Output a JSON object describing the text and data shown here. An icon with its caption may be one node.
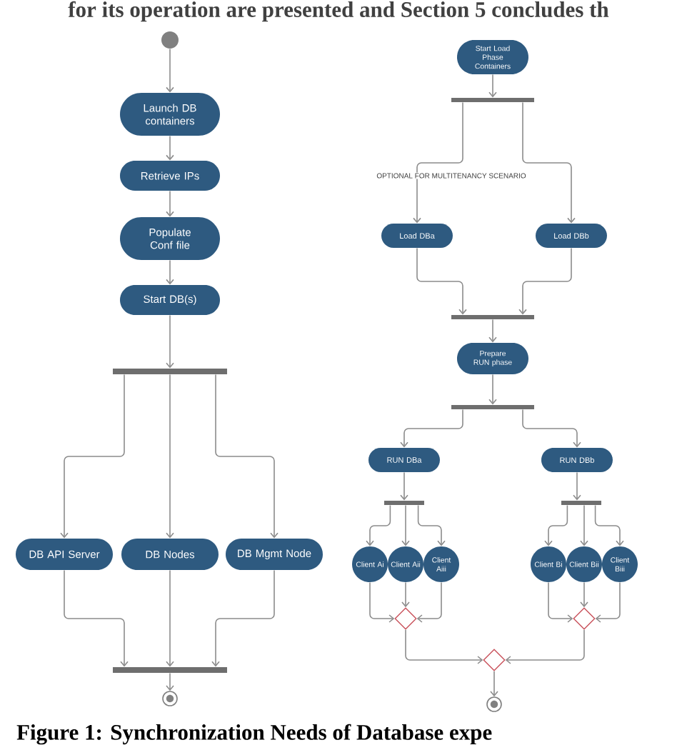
{
  "diagram": {
    "caption": "Figure 1: Synchronization Needs of Database expe",
    "nodes": [
      {
        "text": [],
        "shape": "circle"
      },
      {
        "text": [
          "Launch DB containers"
        ]
      },
      {
        "text": [
          "Retrieve IPs"
        ]
      },
      {
        "text": [
          "Populate Conf file"
        ]
      },
      {
        "text": [
          "Start DB(s)"
        ]
      },
      {
        "text": [],
        "shape": "bar"
      },
      {
        "text": [
          "DB API Server"
        ]
      },
      {
        "text": [
          "DB Nodes"
        ]
      },
      {
        "text": [
          "DB Mgmt Node"
        ]
      },
      {
        "text": [],
        "shape": "bar"
      },
      {
        "text": [],
        "shape": "circle"
      },
      {
        "text": [
          "Start Load Phase Containers"
        ]
      },
      {
        "text": [],
        "shape": "bar"
      },
      {
        "text": [
          "Load DBa"
        ]
      },
      {
        "text": [
          "Load DBb"
        ]
      },
      {
        "text": [],
        "shape": "bar"
      },
      {
        "text": [
          "Prepare RUN phase"
        ]
      },
      {
        "text": [],
        "shape": "bar"
      },
      {
        "text": [
          "RUN DBa"
        ]
      },
      {
        "text": [
          "RUN DBb"
        ]
      },
      {
        "text": [],
        "shape": "bar"
      },
      {
        "text": [],
        "shape": "bar"
      },
      {
        "text": [
          "Client Ai"
        ]
      },
      {
        "text": [
          "Client Aii"
        ]
      },
      {
        "text": [
          "Client Aiii"
        ]
      },
      {
        "text": [
          "Client Bi"
        ]
      },
      {
        "text": [
          "Client Bii"
        ]
      },
      {
        "text": [
          "Client Biii"
        ]
      },
      {
        "text": [],
        "shape": "diamond"
      },
      {
        "text": [],
        "shape": "diamond"
      },
      {
        "text": [],
        "shape": "diamond"
      },
      {
        "text": [],
        "shape": "circle"
      }
    ],
    "edges": [
      {
        "from": 0,
        "to": 1,
        "arrow": "to"
      },
      {
        "from": 1,
        "to": 2,
        "arrow": "to"
      },
      {
        "from": 2,
        "to": 3,
        "arrow": "to"
      },
      {
        "from": 3,
        "to": 4,
        "arrow": "to"
      },
      {
        "from": 4,
        "to": 5,
        "arrow": "to"
      },
      {
        "from": 5,
        "to": 6,
        "arrow": "to"
      },
      {
        "from": 5,
        "to": 7,
        "arrow": "to"
      },
      {
        "from": 5,
        "to": 8,
        "arrow": "to"
      },
      {
        "from": 6,
        "to": 9,
        "arrow": "to"
      },
      {
        "from": 7,
        "to": 9,
        "arrow": "to"
      },
      {
        "from": 8,
        "to": 9,
        "arrow": "to"
      },
      {
        "from": 9,
        "to": 10,
        "arrow": "to"
      },
      {
        "from": 11,
        "to": 12,
        "arrow": "to"
      },
      {
        "from": 12,
        "to": 13,
        "arrow": "to"
      },
      {
        "from": 12,
        "to": 14,
        "arrow": "to"
      },
      {
        "from": 13,
        "to": 15,
        "arrow": "to"
      },
      {
        "from": 14,
        "to": 15,
        "arrow": "to"
      },
      {
        "from": 15,
        "to": 16,
        "arrow": "to"
      },
      {
        "from": 16,
        "to": 17,
        "arrow": "to"
      },
      {
        "from": 17,
        "to": 18,
        "arrow": "to"
      },
      {
        "from": 17,
        "to": 19,
        "arrow": "to"
      },
      {
        "from": 18,
        "to": 20,
        "arrow": "to"
      },
      {
        "from": 19,
        "to": 21,
        "arrow": "to"
      },
      {
        "from": 20,
        "to": 22,
        "arrow": "to"
      },
      {
        "from": 20,
        "to": 23,
        "arrow": "to"
      },
      {
        "from": 20,
        "to": 24,
        "arrow": "to"
      },
      {
        "from": 21,
        "to": 25,
        "arrow": "to"
      },
      {
        "from": 21,
        "to": 26,
        "arrow": "to"
      },
      {
        "from": 21,
        "to": 27,
        "arrow": "to"
      },
      {
        "from": 22,
        "to": 28,
        "arrow": "to"
      },
      {
        "from": 23,
        "to": 28,
        "arrow": "to"
      },
      {
        "from": 24,
        "to": 28,
        "arrow": "to"
      },
      {
        "from": 25,
        "to": 29,
        "arrow": "to"
      },
      {
        "from": 26,
        "to": 29,
        "arrow": "to"
      },
      {
        "from": 27,
        "to": 29,
        "arrow": "to"
      },
      {
        "from": 28,
        "to": 30,
        "arrow": "to"
      },
      {
        "from": 29,
        "to": 30,
        "arrow": "to"
      },
      {
        "from": 30,
        "to": 31,
        "arrow": "to"
      }
    ],
    "labels": [
      "for its operation are presented and Section 5 concludes th",
      "OPTIONAL FOR MULTITENANCY SCENARIO"
    ]
  }
}
